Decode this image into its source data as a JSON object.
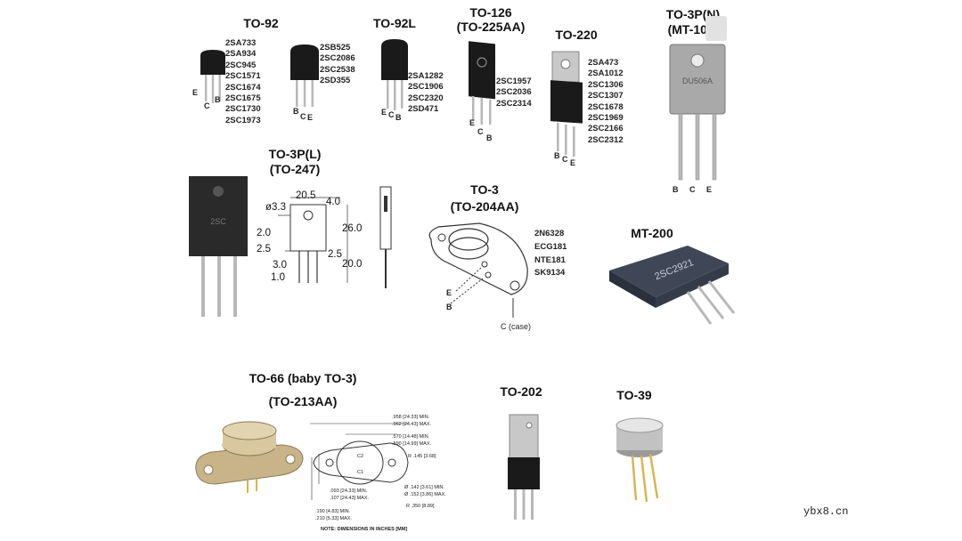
{
  "packages": {
    "to92": {
      "title": "TO-92",
      "parts": [
        "2SA733",
        "2SA934",
        "2SC945",
        "2SC1571",
        "2SC1674",
        "2SC1675",
        "2SC1730",
        "2SC1973"
      ],
      "pins": [
        "E",
        "C",
        "B"
      ]
    },
    "to92b": {
      "parts": [
        "2SB525",
        "2SC2086",
        "2SC2538",
        "2SD355"
      ],
      "pins": [
        "B",
        "C",
        "E"
      ]
    },
    "to92l": {
      "title": "TO-92L",
      "parts": [
        "2SA1282",
        "2SC1906",
        "2SC2320",
        "2SD471"
      ],
      "pins": [
        "E",
        "C",
        "B"
      ]
    },
    "to126": {
      "title": "TO-126",
      "subtitle": "(TO-225AA)",
      "parts": [
        "2SC1957",
        "2SC2036",
        "2SC2314"
      ],
      "pins": [
        "E",
        "C",
        "B"
      ]
    },
    "to220": {
      "title": "TO-220",
      "parts": [
        "2SA473",
        "2SA1012",
        "2SC1306",
        "2SC1307",
        "2SC1678",
        "2SC1969",
        "2SC2166",
        "2SC2312"
      ],
      "pins": [
        "B",
        "C",
        "E"
      ]
    },
    "to3pn": {
      "title": "TO-3P(N)",
      "subtitle": "(MT-100)",
      "pins": [
        "B",
        "C",
        "E"
      ],
      "marking": "DU506A"
    },
    "to3pl": {
      "title": "TO-3P(L)",
      "subtitle": "(TO-247)",
      "marking": "2SC"
    },
    "to247dims": {
      "d1": "ø3.3",
      "d2": "20.5",
      "d3": "4.0",
      "d4": "2.0",
      "d5": "26.0",
      "d6": "2.5",
      "d7": "2.5",
      "d8": "3.0",
      "d9": "20.0",
      "d10": "1.0"
    },
    "to3": {
      "title": "TO-3",
      "subtitle": "(TO-204AA)",
      "parts": [
        "2N6328",
        "ECG181",
        "NTE181",
        "SK9134"
      ],
      "pins": [
        "E",
        "B"
      ],
      "case_label": "C (case)"
    },
    "mt200": {
      "title": "MT-200",
      "marking": "2SC2921"
    },
    "to66": {
      "title": "TO-66 (baby TO-3)",
      "subtitle": "(TO-213AA)",
      "dims": [
        ".958 [24.33] MIN.",
        ".962 [24.43] MAX.",
        ".570 [14.48] MIN.",
        ".590 [14.99] MAX.",
        "R .145 [3.68]",
        ".093 [24.33] MIN.",
        ".107 [24.43] MAX.",
        "Ø .142 [3.61] MIN.",
        "Ø .152 [3.86] MAX.",
        "R .350 [8.89]",
        ".190 [4.83] MIN.",
        ".210 [5.33] MAX."
      ],
      "pin_labels": [
        "C2",
        "C1"
      ],
      "note": "NOTE: DIMENSIONS IN INCHES [MM]"
    },
    "to202": {
      "title": "TO-202"
    },
    "to39": {
      "title": "TO-39"
    }
  },
  "watermark": "ybx8.cn",
  "colors": {
    "body": "#1a1a1a",
    "metal": "#b8b8b8",
    "gold": "#d9b44a",
    "brass": "#c9b48a",
    "mt200": "#3f4757"
  }
}
